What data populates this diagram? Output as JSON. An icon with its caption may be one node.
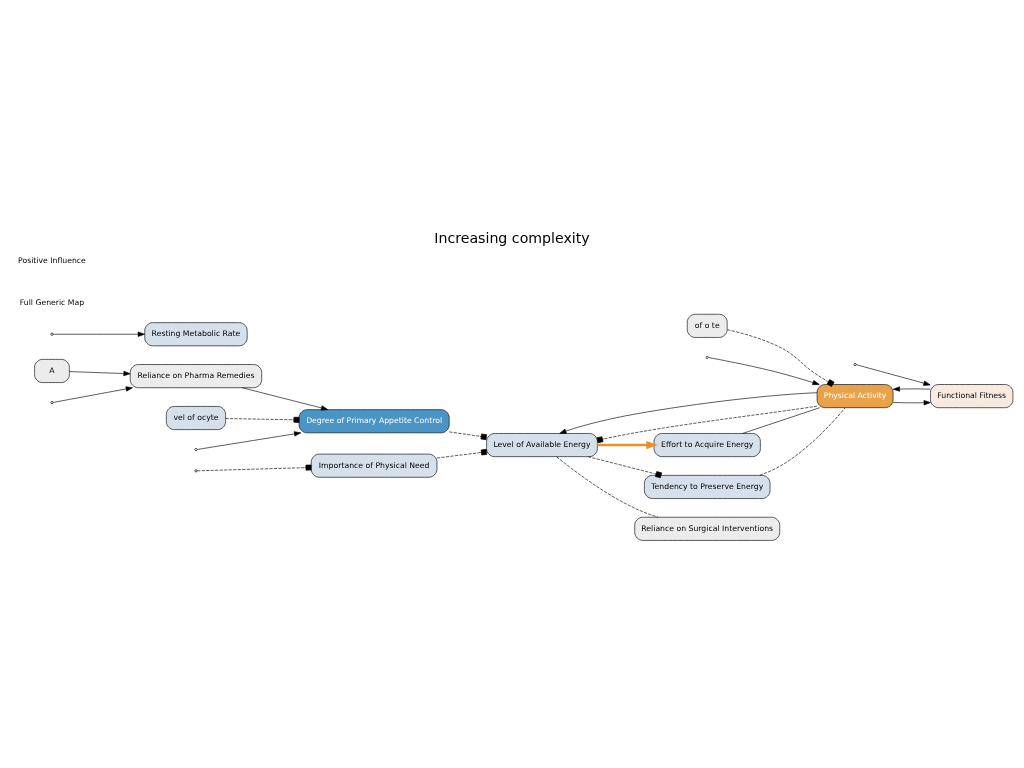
{
  "diagram": {
    "title": "Increasing complexity",
    "nodes": [
      {
        "text": [
          "Importance of Physical Need"
        ]
      },
      {
        "text": [
          "Effort to Acquire Energy"
        ]
      },
      {
        "text": [
          "Tendency to Preserve Energy"
        ]
      },
      {
        "text": [
          "of o te"
        ]
      },
      {
        "text": [
          "Physical Activity"
        ]
      },
      {
        "text": [
          "Level of Available Energy"
        ]
      },
      {
        "text": [
          "Functional Fitness"
        ]
      },
      {
        "text": [
          "Reliance on Pharma Remedies"
        ]
      },
      {
        "text": [
          "Degree of Primary Appetite Control"
        ]
      },
      {
        "text": [
          "Reliance on Surgical Interventions"
        ]
      },
      {
        "text": [
          "Resting Metabolic Rate"
        ]
      },
      {
        "text": [
          "vel of ocyte"
        ]
      },
      {
        "text": [
          "A"
        ]
      }
    ],
    "edges": [
      {
        "from": 5,
        "to": 1,
        "arrow": "to",
        "style": "thick",
        "color": "#e8922e"
      },
      {
        "from": 5,
        "to": 2,
        "arrow": "other",
        "style": "dashed"
      },
      {
        "from": 0,
        "to": 5,
        "arrow": "other",
        "style": "dashed"
      },
      {
        "from": 4,
        "to": 5,
        "arrow": "other",
        "style": "dashed"
      },
      {
        "from": 4,
        "to": 5,
        "arrow": "to"
      },
      {
        "from": 4,
        "to": 6,
        "arrow": "to"
      },
      {
        "from": 6,
        "to": 4,
        "arrow": "to"
      },
      {
        "from": 2,
        "to": 4,
        "arrow": "none",
        "style": "dashed"
      },
      {
        "from": 1,
        "to": 4,
        "arrow": "none"
      },
      {
        "from": 3,
        "to": 4,
        "arrow": "other",
        "style": "dashed"
      },
      {
        "from": 7,
        "to": 8,
        "arrow": "to"
      },
      {
        "from": 5,
        "to": 9,
        "arrow": "none",
        "style": "dashed"
      },
      {
        "from": 8,
        "to": 5,
        "arrow": "other",
        "style": "dashed"
      },
      {
        "from": 12,
        "to": 7,
        "arrow": "to"
      },
      {
        "from": 11,
        "to": 8,
        "arrow": "other",
        "style": "dashed"
      },
      {
        "from": null,
        "to": 0,
        "arrow": "other",
        "style": "dashed"
      },
      {
        "from": null,
        "to": 4,
        "arrow": "to"
      },
      {
        "from": null,
        "to": 6,
        "arrow": "to"
      },
      {
        "from": null,
        "to": 8,
        "arrow": "to"
      },
      {
        "from": null,
        "to": 10,
        "arrow": "to"
      },
      {
        "from": null,
        "to": 7,
        "arrow": "to"
      }
    ],
    "labels": [
      "Full Generic Map",
      "Positive Influence"
    ]
  }
}
